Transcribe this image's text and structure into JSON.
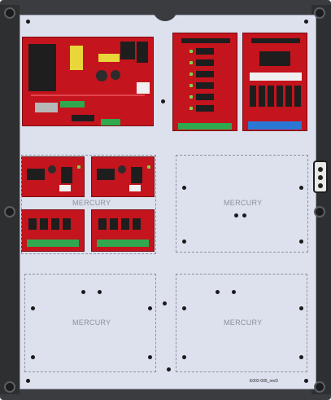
{
  "zones": {
    "mid_right": {
      "label": "MERCURY"
    },
    "mid_left": {
      "label": "MERCURY"
    },
    "bottom_left": {
      "label": "MERCURY"
    },
    "bottom_right": {
      "label": "MERCURY"
    }
  },
  "footer": {
    "part_number": "E002-005_revD"
  },
  "colors": {
    "enclosure": "#3a3c3f",
    "backplate": "#dde1ee",
    "board_red": "#c4141d",
    "terminal_green": "#2fa84f",
    "terminal_blue": "#2a78d6"
  },
  "icons": [
    "mount-hole-icon",
    "screw-icon",
    "lock-slot-icon"
  ]
}
